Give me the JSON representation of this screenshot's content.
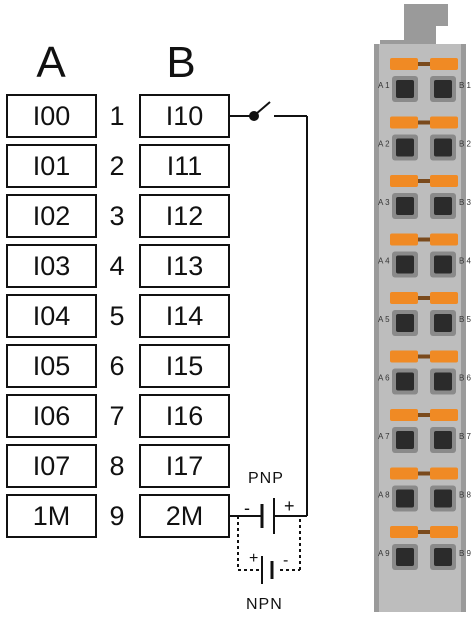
{
  "columns": {
    "a": "A",
    "b": "B"
  },
  "rows": [
    {
      "a": "I00",
      "n": "1",
      "b": "I10"
    },
    {
      "a": "I01",
      "n": "2",
      "b": "I11"
    },
    {
      "a": "I02",
      "n": "3",
      "b": "I12"
    },
    {
      "a": "I03",
      "n": "4",
      "b": "I13"
    },
    {
      "a": "I04",
      "n": "5",
      "b": "I14"
    },
    {
      "a": "I05",
      "n": "6",
      "b": "I15"
    },
    {
      "a": "I06",
      "n": "7",
      "b": "I16"
    },
    {
      "a": "I07",
      "n": "8",
      "b": "I17"
    },
    {
      "a": "1M",
      "n": "9",
      "b": "2M"
    }
  ],
  "wiring": {
    "pnp_label": "PNP",
    "npn_label": "NPN",
    "plus": "+",
    "minus": "-"
  },
  "terminal": {
    "a_labels": [
      "A 1",
      "A 2",
      "A 3",
      "A 4",
      "A 5",
      "A 6",
      "A 7",
      "A 8",
      "A 9"
    ],
    "b_labels": [
      "B 1",
      "B 2",
      "B 3",
      "B 4",
      "B 5",
      "B 6",
      "B 7",
      "B 8",
      "B 9"
    ],
    "colors": {
      "housing": "#bdbdbd",
      "housing_dark": "#9a9a9a",
      "lever": "#f08a24",
      "hole": "#2b2b2b"
    }
  }
}
